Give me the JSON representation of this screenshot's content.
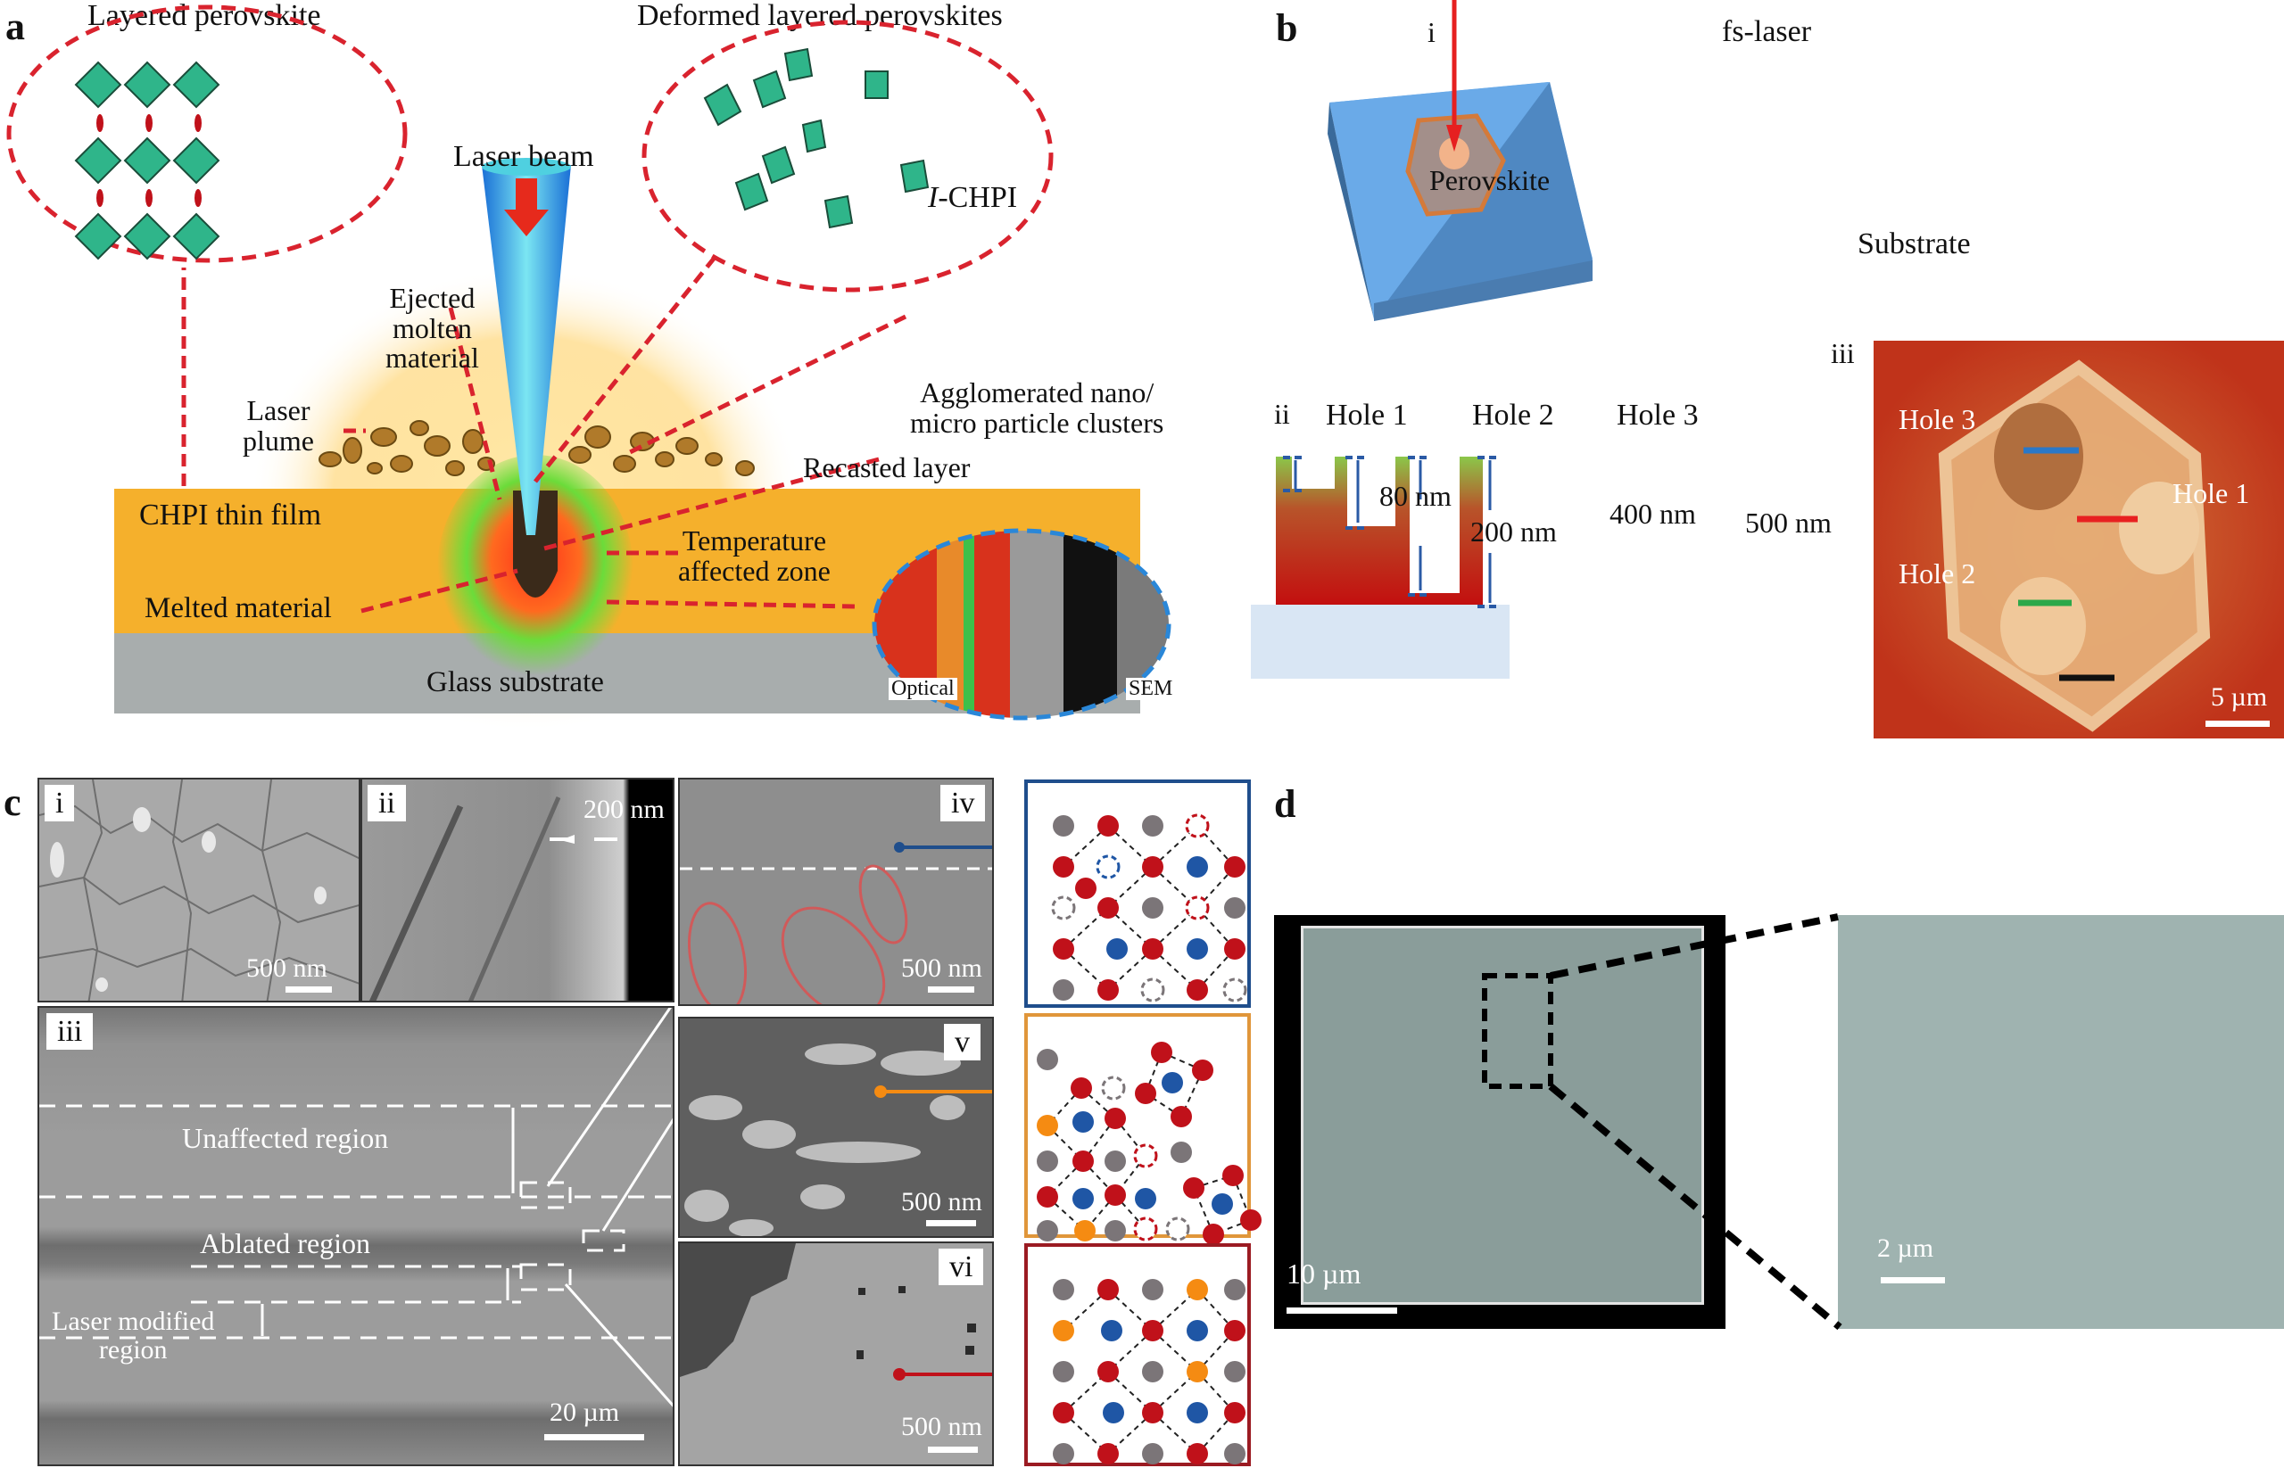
{
  "panels": {
    "a": {
      "label": "a",
      "title_left": "Layered perovskite",
      "title_right": "Deformed layered perovskites",
      "laser_beam": "Laser beam",
      "i_chpi_italic": "I",
      "i_chpi_rest": "-CHPI",
      "ejected": [
        "Ejected",
        "molten",
        "material"
      ],
      "laser_plume": [
        "Laser",
        "plume"
      ],
      "agglomerated": [
        "Agglomerated nano/",
        "micro particle clusters"
      ],
      "recasted": "Recasted layer",
      "chpi_film": "CHPI thin film",
      "temperature": [
        "Temperature",
        "affected zone"
      ],
      "melted": "Melted material",
      "glass": "Glass substrate",
      "optical": "Optical",
      "sem": "SEM"
    },
    "b": {
      "label": "b",
      "sub_i": "i",
      "fs_laser": "fs-laser",
      "perovskite": "Perovskite",
      "substrate": "Substrate",
      "sub_ii": "ii",
      "holes": [
        "Hole 1",
        "Hole 2",
        "Hole 3"
      ],
      "depths": [
        "80 nm",
        "200 nm",
        "400 nm",
        "500 nm"
      ],
      "sub_iii": "iii",
      "afm_holes": [
        "Hole 3",
        "Hole 1",
        "Hole 2"
      ],
      "afm_scale": "5 µm"
    },
    "c": {
      "label": "c",
      "sub_i": "i",
      "sub_ii": "ii",
      "sub_iii": "iii",
      "sub_iv": "iv",
      "sub_v": "v",
      "sub_vi": "vi",
      "scale_500": "500 nm",
      "scale_200": "200 nm",
      "scale_20um": "20 µm",
      "unaffected": "Unaffected region",
      "ablated": "Ablated region",
      "laser_modified": [
        "Laser modified",
        "region"
      ]
    },
    "d": {
      "label": "d",
      "scale_10um": "10 µm",
      "scale_2um": "2 µm"
    }
  },
  "colors": {
    "dashed_red": "#d9232e",
    "dashed_blue": "#2a87d8",
    "film_orange": "#f5b02c",
    "glass_gray": "#a8adad",
    "afm_red": "#c0331a",
    "lattice_blue_frame": "#1f4e8c",
    "lattice_orange_frame": "#e0963a",
    "lattice_red_frame": "#9b1b22",
    "atom_red": "#c0111a",
    "atom_blue": "#1f56a5",
    "atom_gray": "#7b7578",
    "atom_orange": "#f58b12"
  }
}
